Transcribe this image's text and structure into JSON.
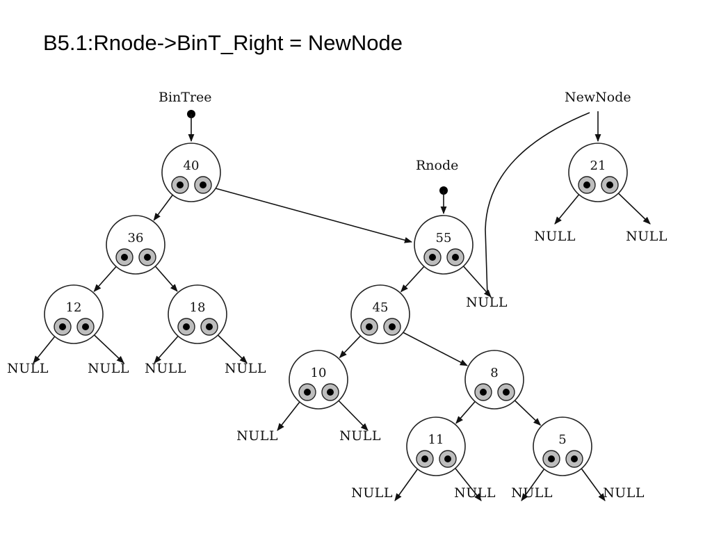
{
  "title": "B5.1:Rnode->BinT_Right = NewNode",
  "pointers": [
    {
      "id": "bintree",
      "label": "BinTree"
    },
    {
      "id": "rnode",
      "label": "Rnode"
    },
    {
      "id": "newnode",
      "label": "NewNode"
    }
  ],
  "nodes": [
    {
      "id": "n40",
      "value": "40"
    },
    {
      "id": "n36",
      "value": "36"
    },
    {
      "id": "n12",
      "value": "12"
    },
    {
      "id": "n18",
      "value": "18"
    },
    {
      "id": "n55",
      "value": "55"
    },
    {
      "id": "n45",
      "value": "45"
    },
    {
      "id": "n10",
      "value": "10"
    },
    {
      "id": "n8",
      "value": "8"
    },
    {
      "id": "n11",
      "value": "11"
    },
    {
      "id": "n5",
      "value": "5"
    },
    {
      "id": "n21",
      "value": "21"
    }
  ],
  "null_label": "NULL",
  "colors": {
    "node_border": "#222222",
    "port_fill": "#bdbdbd",
    "dot": "#000000",
    "line": "#111111"
  }
}
